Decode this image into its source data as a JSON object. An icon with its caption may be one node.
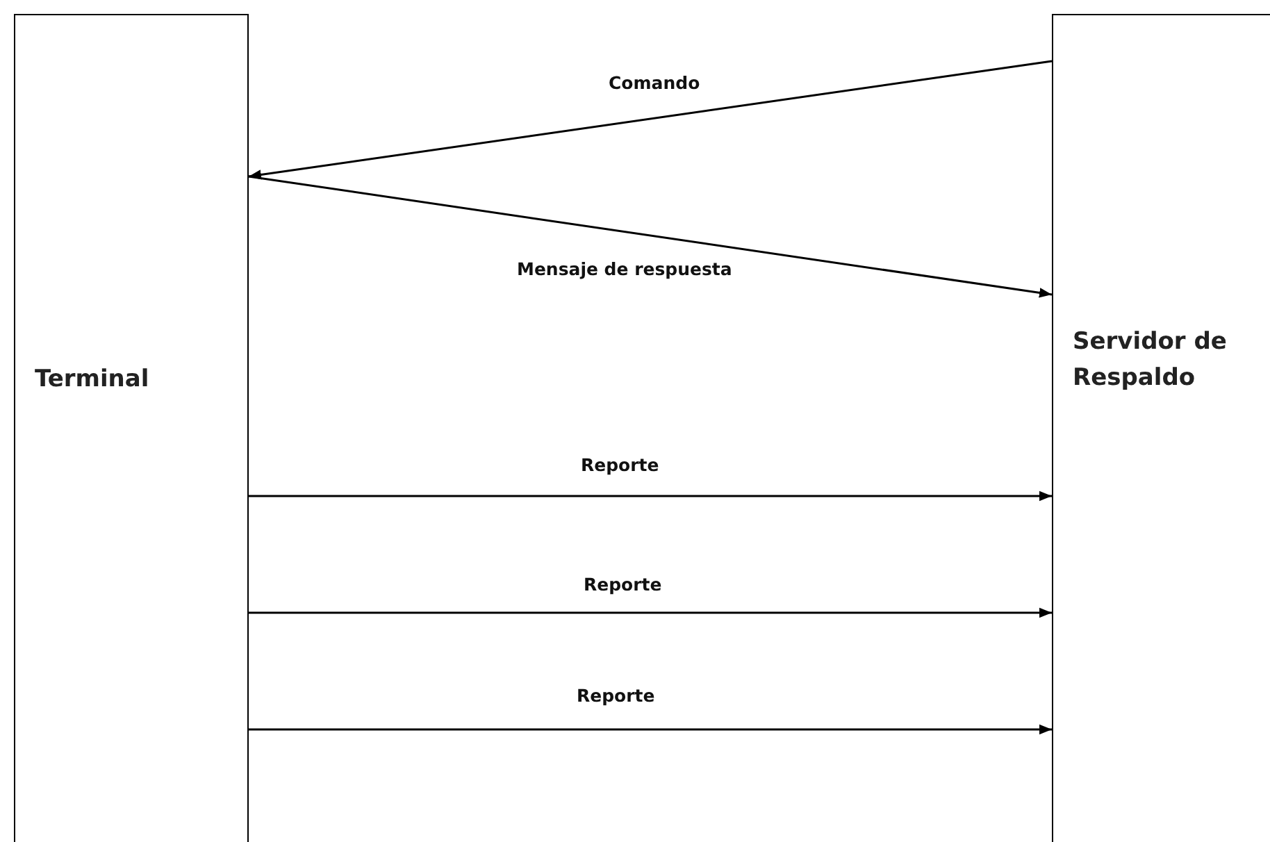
{
  "diagram": {
    "nodes": [
      {
        "text": [
          "Terminal"
        ]
      },
      {
        "text": [
          "Servidor de Respaldo"
        ]
      }
    ],
    "edges": [
      {
        "from": 1,
        "to": 0,
        "arrow": "to",
        "label": "Comando"
      },
      {
        "from": 0,
        "to": 1,
        "arrow": "to",
        "label": "Mensaje de respuesta"
      },
      {
        "from": 0,
        "to": 1,
        "arrow": "to",
        "label": "Reporte"
      },
      {
        "from": 0,
        "to": 1,
        "arrow": "to",
        "label": "Reporte"
      },
      {
        "from": 0,
        "to": 1,
        "arrow": "to",
        "label": "Reporte"
      }
    ]
  }
}
